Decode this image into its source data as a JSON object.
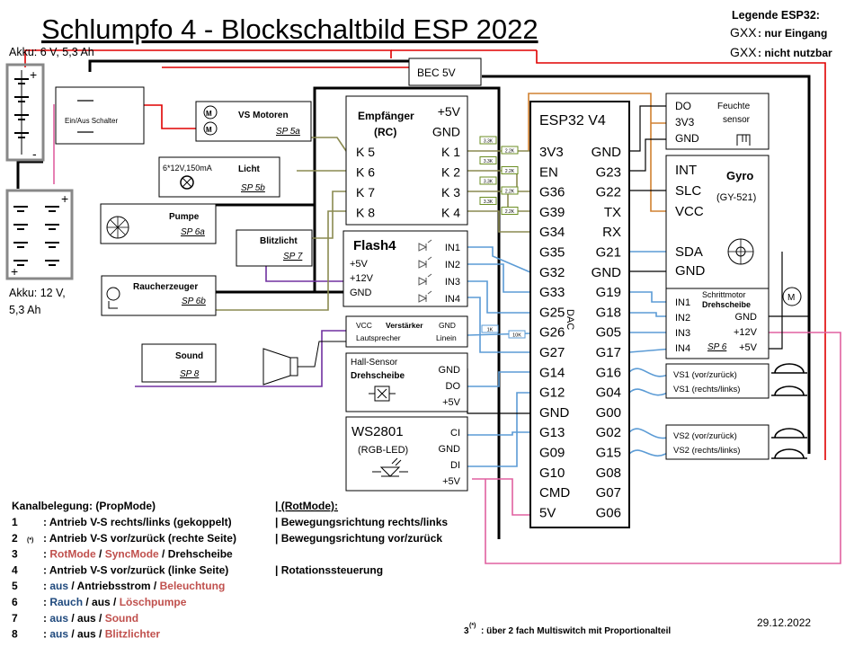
{
  "title": "Schlumpfo 4 -  Blockschaltbild ESP 2022",
  "legend": {
    "title": "Legende ESP32:",
    "input_only_code": "GXX",
    "input_only_text": ": nur Eingang",
    "unusable_code": "GXX",
    "unusable_text": ": nicht nutzbar",
    "input_only_color": "#6b8e23",
    "unusable_color": "#aaaaaa"
  },
  "batteries": {
    "akku6_label": "Akku: 6 V, 5,3 Ah",
    "akku12_label_line1": "Akku: 12 V,",
    "akku12_label_line2": "5,3 Ah",
    "plus": "+",
    "minus": "-"
  },
  "switch_label": "Ein/Aus Schalter",
  "bec_label": "BEC 5V",
  "modules": {
    "vs_motoren": {
      "label": "VS Motoren",
      "sp": "SP 5a"
    },
    "licht": {
      "spec": "6*12V,150mA",
      "label": "Licht",
      "sp": "SP 5b"
    },
    "pumpe": {
      "label": "Pumpe",
      "sp": "SP 6a"
    },
    "blitzlicht": {
      "label": "Blitzlicht",
      "sp": "SP 7"
    },
    "raucherzeuger": {
      "label": "Raucherzeuger",
      "sp": "SP 6b"
    },
    "sound": {
      "label": "Sound",
      "sp": "SP 8"
    }
  },
  "receiver": {
    "title_line1": "Empfänger",
    "title_line2": "(RC)",
    "left_pins": [
      "K 5",
      "K 6",
      "K 7",
      "K 8"
    ],
    "right_pins": [
      "+5V",
      "GND",
      "K 1",
      "K 2",
      "K 3",
      "K 4"
    ]
  },
  "flash4": {
    "title": "Flash4",
    "left_pins": [
      "+5V",
      "+12V",
      "GND"
    ],
    "right_pins": [
      "IN1",
      "IN2",
      "IN3",
      "IN4"
    ]
  },
  "amplifier": {
    "vcc": "VCC",
    "title": "Verstärker",
    "gnd": "GND",
    "speaker": "Lautsprecher",
    "line_in": "Linein"
  },
  "hall": {
    "title_line1": "Hall-Sensor",
    "title_line2": "Drehscheibe",
    "pins": [
      "GND",
      "DO",
      "+5V"
    ]
  },
  "ws2801": {
    "title_line1": "WS2801",
    "title_line2": "(RGB-LED)",
    "pins": [
      "CI",
      "GND",
      "DI",
      "+5V"
    ]
  },
  "esp32": {
    "title": "ESP32  V4",
    "dac": "DAC",
    "left_pins": [
      {
        "label": "3V3",
        "kind": "normal"
      },
      {
        "label": "EN",
        "kind": "unusable"
      },
      {
        "label": "G36",
        "kind": "input"
      },
      {
        "label": "G39",
        "kind": "input"
      },
      {
        "label": "G34",
        "kind": "input"
      },
      {
        "label": "G35",
        "kind": "input"
      },
      {
        "label": "G32",
        "kind": "normal"
      },
      {
        "label": "G33",
        "kind": "normal"
      },
      {
        "label": "G25",
        "kind": "normal"
      },
      {
        "label": "G26",
        "kind": "normal"
      },
      {
        "label": "G27",
        "kind": "normal"
      },
      {
        "label": "G14",
        "kind": "normal"
      },
      {
        "label": "G12",
        "kind": "normal"
      },
      {
        "label": "GND",
        "kind": "normal"
      },
      {
        "label": "G13",
        "kind": "normal"
      },
      {
        "label": "G09",
        "kind": "unusable"
      },
      {
        "label": "G10",
        "kind": "unusable"
      },
      {
        "label": "CMD",
        "kind": "unusable"
      },
      {
        "label": "5V",
        "kind": "normal"
      }
    ],
    "right_pins": [
      {
        "label": "GND",
        "kind": "normal"
      },
      {
        "label": "G23",
        "kind": "normal"
      },
      {
        "label": "G22",
        "kind": "normal"
      },
      {
        "label": "TX",
        "kind": "unusable"
      },
      {
        "label": "RX",
        "kind": "unusable"
      },
      {
        "label": "G21",
        "kind": "normal"
      },
      {
        "label": "GND",
        "kind": "normal"
      },
      {
        "label": "G19",
        "kind": "normal"
      },
      {
        "label": "G18",
        "kind": "normal"
      },
      {
        "label": "G05",
        "kind": "normal"
      },
      {
        "label": "G17",
        "kind": "normal"
      },
      {
        "label": "G16",
        "kind": "normal"
      },
      {
        "label": "G04",
        "kind": "normal"
      },
      {
        "label": "G00",
        "kind": "unusable"
      },
      {
        "label": "G02",
        "kind": "normal"
      },
      {
        "label": "G15",
        "kind": "normal"
      },
      {
        "label": "G08",
        "kind": "unusable"
      },
      {
        "label": "G07",
        "kind": "unusable"
      },
      {
        "label": "G06",
        "kind": "unusable"
      }
    ]
  },
  "resistors": [
    "3.3K",
    "2.2K",
    "3.3K",
    "2.2K",
    "3.3K",
    "2.2K",
    "3.3K",
    "2.2K"
  ],
  "amp_resistors": [
    "1K",
    "10K"
  ],
  "humidity": {
    "pins": [
      "DO",
      "3V3",
      "GND"
    ],
    "title_line1": "Feuchte",
    "title_line2": "sensor"
  },
  "gyro": {
    "pins": [
      "INT",
      "SLC",
      "VCC",
      "SDA",
      "GND"
    ],
    "title": "Gyro",
    "model": "(GY-521)"
  },
  "turntable_motor": {
    "title_line1": "Schrittmotor",
    "title_line2": "Drehscheibe",
    "pins": [
      "IN1",
      "IN2",
      "IN3",
      "IN4"
    ],
    "right_pins": [
      "GND",
      "+12V",
      "+5V"
    ],
    "sp": "SP 6",
    "motor_symbol": "M"
  },
  "vs1": [
    "VS1 (vor/zurück)",
    "VS1 (rechts/links)"
  ],
  "vs2": [
    "VS2 (vor/zurück)",
    "VS2 (rechts/links)"
  ],
  "channels": {
    "header_prop": "Kanalbelegung: (PropMode)",
    "header_rot": "| (RotMode):",
    "rows": [
      {
        "n": "1",
        "note": "",
        "parts": [
          {
            "text": ": Antrieb V-S rechts/links (gekoppelt)",
            "c": "k"
          }
        ],
        "rot": "| Bewegungsrichtung rechts/links"
      },
      {
        "n": "2",
        "note": "(*)",
        "parts": [
          {
            "text": ": Antrieb V-S vor/zurück (rechte Seite)",
            "c": "k"
          }
        ],
        "rot": "| Bewegungsrichtung vor/zurück"
      },
      {
        "n": "3",
        "note": "",
        "parts": [
          {
            "text": ": ",
            "c": "k"
          },
          {
            "text": "RotMode",
            "c": "r"
          },
          {
            "text": " / ",
            "c": "k"
          },
          {
            "text": "SyncMode",
            "c": "r"
          },
          {
            "text": " / Drehscheibe",
            "c": "k"
          }
        ],
        "rot": ""
      },
      {
        "n": "4",
        "note": "",
        "parts": [
          {
            "text": ": Antrieb V-S vor/zurück (linke Seite)",
            "c": "k"
          }
        ],
        "rot": "| Rotationssteuerung"
      },
      {
        "n": "5",
        "note": "",
        "parts": [
          {
            "text": ": ",
            "c": "k"
          },
          {
            "text": "aus",
            "c": "b"
          },
          {
            "text": " / Antriebsstrom / ",
            "c": "k"
          },
          {
            "text": "Beleuchtung",
            "c": "r"
          }
        ],
        "rot": ""
      },
      {
        "n": "6",
        "note": "",
        "parts": [
          {
            "text": ": ",
            "c": "k"
          },
          {
            "text": "Rauch",
            "c": "b"
          },
          {
            "text": " / aus / ",
            "c": "k"
          },
          {
            "text": "Löschpumpe",
            "c": "r"
          }
        ],
        "rot": ""
      },
      {
        "n": "7",
        "note": "",
        "parts": [
          {
            "text": ": ",
            "c": "k"
          },
          {
            "text": "aus",
            "c": "b"
          },
          {
            "text": " / aus / ",
            "c": "k"
          },
          {
            "text": "Sound",
            "c": "r"
          }
        ],
        "rot": ""
      },
      {
        "n": "8",
        "note": "",
        "parts": [
          {
            "text": ": ",
            "c": "k"
          },
          {
            "text": "aus",
            "c": "b"
          },
          {
            "text": " / aus / ",
            "c": "k"
          },
          {
            "text": "Blitzlichter",
            "c": "r"
          }
        ],
        "rot": ""
      }
    ],
    "colors": {
      "k": "#000000",
      "r": "#c0504d",
      "b": "#1f497d"
    }
  },
  "footnote_sup": "(*)",
  "footnote_prefix": "3",
  "footnote_text": ": über 2 fach Multiswitch mit Proportionalteil",
  "date": "29.12.2022",
  "wire_colors": {
    "red": "#e00000",
    "purple": "#7030a0",
    "pink": "#e060a0",
    "olive": "#8a8a50",
    "orange": "#d08030",
    "blue": "#5b9bd5",
    "black": "#000000"
  }
}
